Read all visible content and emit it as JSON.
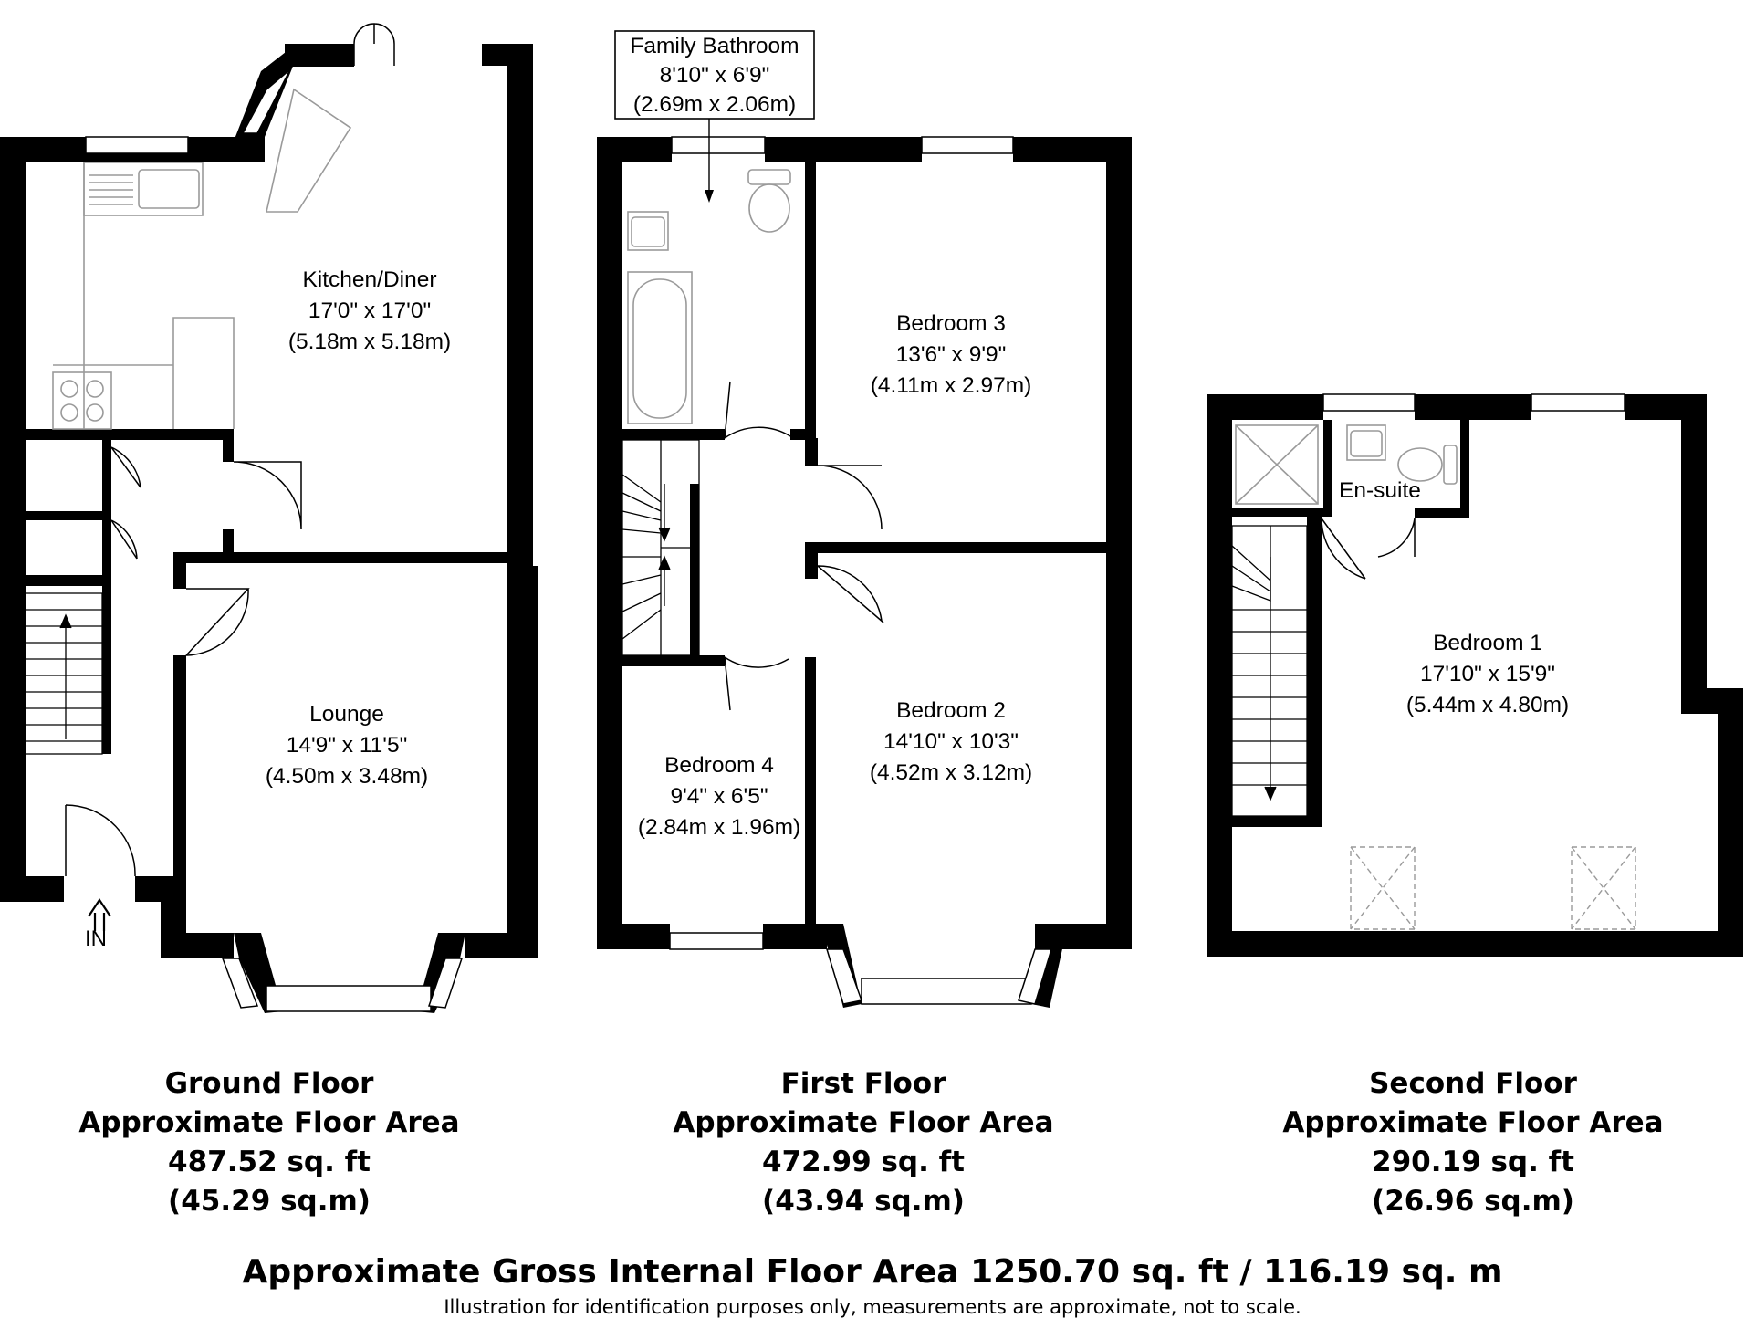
{
  "ground_floor": {
    "rooms": {
      "kitchen": {
        "name": "Kitchen/Diner",
        "imperial": "17'0\" x 17'0\"",
        "metric": "(5.18m x 5.18m)"
      },
      "lounge": {
        "name": "Lounge",
        "imperial": "14'9\" x 11'5\"",
        "metric": "(4.50m x 3.48m)"
      }
    },
    "entrance_label": "IN",
    "caption": {
      "title": "Ground Floor",
      "subtitle": "Approximate Floor Area",
      "sqft": "487.52 sq. ft",
      "sqm": "(45.29 sq.m)"
    }
  },
  "first_floor": {
    "rooms": {
      "bathroom": {
        "name": "Family Bathroom",
        "imperial": "8'10\" x 6'9\"",
        "metric": "(2.69m x 2.06m)"
      },
      "bedroom3": {
        "name": "Bedroom 3",
        "imperial": "13'6\" x 9'9\"",
        "metric": "(4.11m x 2.97m)"
      },
      "bedroom2": {
        "name": "Bedroom 2",
        "imperial": "14'10\" x 10'3\"",
        "metric": "(4.52m x 3.12m)"
      },
      "bedroom4": {
        "name": "Bedroom 4",
        "imperial": "9'4\" x 6'5\"",
        "metric": "(2.84m x 1.96m)"
      }
    },
    "caption": {
      "title": "First Floor",
      "subtitle": "Approximate Floor Area",
      "sqft": "472.99 sq. ft",
      "sqm": "(43.94 sq.m)"
    }
  },
  "second_floor": {
    "rooms": {
      "ensuite": {
        "name": "En-suite"
      },
      "bedroom1": {
        "name": "Bedroom 1",
        "imperial": "17'10\" x 15'9\"",
        "metric": "(5.44m x 4.80m)"
      }
    },
    "caption": {
      "title": "Second Floor",
      "subtitle": "Approximate Floor Area",
      "sqft": "290.19 sq. ft",
      "sqm": "(26.96 sq.m)"
    }
  },
  "gross_area": "Approximate Gross Internal Floor Area 1250.70 sq. ft / 116.19 sq. m",
  "disclaimer": "Illustration for identification purposes only, measurements are approximate, not to scale."
}
